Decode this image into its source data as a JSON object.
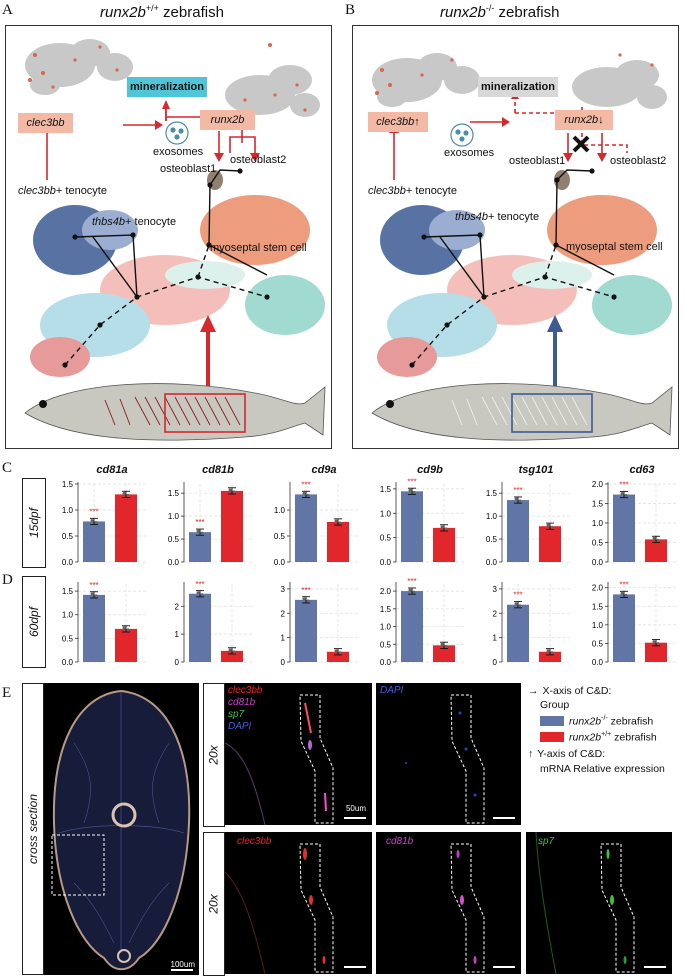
{
  "panel_a": {
    "letter": "A",
    "title_gene": "runx2b",
    "title_sup": "+/+",
    "title_rest": " zebrafish",
    "mineralization": "mineralization",
    "clec3bb": "clec3bb",
    "runx2b": "runx2b",
    "exosomes": "exosomes",
    "osteoblast1": "osteoblast1",
    "osteoblast2": "osteoblast2",
    "clec3bb_tenocyte_gene": "clec3bb",
    "clec3bb_tenocyte_rest": "+ tenocyte",
    "thbs4b_gene": "thbs4b",
    "thbs4b_rest": "+ tenocyte",
    "myoseptal": "myoseptal stem cell",
    "accent": "#d8272d"
  },
  "panel_b": {
    "letter": "B",
    "title_gene": "runx2b",
    "title_sup": "-/-",
    "title_rest": " zebrafish",
    "mineralization": "mineralization",
    "clec3bb": "clec3bb",
    "runx2b": "runx2b",
    "up_arrow": "↑",
    "down_arrow": "↓",
    "exosomes": "exosomes",
    "osteoblast1": "osteoblast1",
    "osteoblast2": "osteoblast2",
    "clec3bb_tenocyte_gene": "clec3bb",
    "clec3bb_tenocyte_rest": "+ tenocyte",
    "thbs4b_gene": "thbs4b",
    "thbs4b_rest": "+ tenocyte",
    "myoseptal": "myoseptal stem cell",
    "accent": "#3d5a93"
  },
  "panel_c": {
    "letter": "C",
    "stage": "15dpf"
  },
  "panel_d": {
    "letter": "D",
    "stage": "60dpf"
  },
  "panel_e": {
    "letter": "E",
    "cross_section": "cross section",
    "scale_100": "100um",
    "scale_50": "50um",
    "mag1": "20x",
    "mag2": "20x",
    "ch_clec3bb": "clec3bb",
    "ch_cd81b": "cd81b",
    "ch_sp7": "sp7",
    "ch_dapi": "DAPI",
    "dapi_only": "DAPI",
    "split_clec3bb": "clec3bb",
    "split_cd81b": "cd81b",
    "split_sp7": "sp7"
  },
  "legend": {
    "x_axis": "X-axis of C&D:",
    "group": "Group",
    "ko": "runx2b",
    "ko_sup": "-/-",
    "ko_rest": " zebrafish",
    "wt": "runx2b",
    "wt_sup": "+/+",
    "wt_rest": " zebrafish",
    "y_axis": "Y-axis of C&D:",
    "y_desc": "mRNA Relative expression",
    "ko_color": "#6176a6",
    "wt_color": "#e1262c"
  },
  "chart_data": [
    {
      "type": "bar",
      "gene": "cd81a",
      "stage": "15dpf",
      "categories": [
        "runx2b-/-",
        "runx2b+/+"
      ],
      "values": [
        0.78,
        1.3
      ],
      "ylim": [
        0,
        1.5
      ],
      "ticks": [
        0,
        0.5,
        1.0,
        1.5
      ],
      "tick_labels": [
        "0.0",
        "0.5",
        "1.0",
        "1.5"
      ],
      "sig": "***"
    },
    {
      "type": "bar",
      "gene": "cd81b",
      "stage": "15dpf",
      "categories": [
        "runx2b-/-",
        "runx2b+/+"
      ],
      "values": [
        0.65,
        1.55
      ],
      "ylim": [
        0,
        1.7
      ],
      "ticks": [
        0,
        0.5,
        1.0,
        1.5
      ],
      "tick_labels": [
        "0.0",
        "0.5",
        "1.0",
        "1.5"
      ],
      "sig": "***"
    },
    {
      "type": "bar",
      "gene": "cd9a",
      "stage": "15dpf",
      "categories": [
        "runx2b-/-",
        "runx2b+/+"
      ],
      "values": [
        1.3,
        0.77
      ],
      "ylim": [
        0,
        1.5
      ],
      "ticks": [
        0,
        0.5,
        1.0
      ],
      "tick_labels": [
        "0.0",
        "0.5",
        "1.0"
      ],
      "sig": "***"
    },
    {
      "type": "bar",
      "gene": "cd9b",
      "stage": "15dpf",
      "categories": [
        "runx2b-/-",
        "runx2b+/+"
      ],
      "values": [
        1.45,
        0.7
      ],
      "ylim": [
        0,
        1.6
      ],
      "ticks": [
        0,
        0.5,
        1.0,
        1.5
      ],
      "tick_labels": [
        "0.0",
        "0.5",
        "1.0",
        "1.5"
      ],
      "sig": "***"
    },
    {
      "type": "bar",
      "gene": "tsg101",
      "stage": "15dpf",
      "categories": [
        "runx2b-/-",
        "runx2b+/+"
      ],
      "values": [
        1.35,
        0.78
      ],
      "ylim": [
        0,
        1.7
      ],
      "ticks": [
        0,
        0.5,
        1.0,
        1.5
      ],
      "tick_labels": [
        "0.0",
        "0.5",
        "1.0",
        "1.5"
      ],
      "sig": "***"
    },
    {
      "type": "bar",
      "gene": "cd63",
      "stage": "15dpf",
      "categories": [
        "runx2b-/-",
        "runx2b+/+"
      ],
      "values": [
        1.73,
        0.58
      ],
      "ylim": [
        0,
        2.0
      ],
      "ticks": [
        0,
        0.5,
        1.0,
        1.5,
        2.0
      ],
      "tick_labels": [
        "0.0",
        "0.5",
        "1.0",
        "1.5",
        "2.0"
      ],
      "sig": "***"
    },
    {
      "type": "bar",
      "gene": "cd81a",
      "stage": "60dpf",
      "categories": [
        "runx2b-/-",
        "runx2b+/+"
      ],
      "values": [
        1.42,
        0.7
      ],
      "ylim": [
        0,
        1.65
      ],
      "ticks": [
        0,
        0.5,
        1.0,
        1.5
      ],
      "tick_labels": [
        "0.0",
        "0.5",
        "1.0",
        "1.5"
      ],
      "sig": "***"
    },
    {
      "type": "bar",
      "gene": "cd81b",
      "stage": "60dpf",
      "categories": [
        "runx2b-/-",
        "runx2b+/+"
      ],
      "values": [
        2.45,
        0.4
      ],
      "ylim": [
        0,
        2.8
      ],
      "ticks": [
        0,
        1,
        2
      ],
      "tick_labels": [
        "0",
        "1",
        "2"
      ],
      "sig": "***"
    },
    {
      "type": "bar",
      "gene": "cd9a",
      "stage": "60dpf",
      "categories": [
        "runx2b-/-",
        "runx2b+/+"
      ],
      "values": [
        2.55,
        0.42
      ],
      "ylim": [
        0,
        3.2
      ],
      "ticks": [
        0,
        1,
        2,
        3
      ],
      "tick_labels": [
        "0",
        "1",
        "2",
        "3"
      ],
      "sig": "***"
    },
    {
      "type": "bar",
      "gene": "cd9b",
      "stage": "60dpf",
      "categories": [
        "runx2b-/-",
        "runx2b+/+"
      ],
      "values": [
        2.0,
        0.47
      ],
      "ylim": [
        0,
        2.2
      ],
      "ticks": [
        0,
        0.5,
        1.0,
        1.5,
        2.0
      ],
      "tick_labels": [
        "0.0",
        "0.5",
        "1.0",
        "1.5",
        "2.0"
      ],
      "sig": "***"
    },
    {
      "type": "bar",
      "gene": "tsg101",
      "stage": "60dpf",
      "categories": [
        "runx2b-/-",
        "runx2b+/+"
      ],
      "values": [
        2.35,
        0.42
      ],
      "ylim": [
        0,
        3.2
      ],
      "ticks": [
        0,
        1,
        2,
        3
      ],
      "tick_labels": [
        "0",
        "1",
        "2",
        "3"
      ],
      "sig": "***"
    },
    {
      "type": "bar",
      "gene": "cd63",
      "stage": "60dpf",
      "categories": [
        "runx2b-/-",
        "runx2b+/+"
      ],
      "values": [
        1.82,
        0.52
      ],
      "ylim": [
        0,
        2.1
      ],
      "ticks": [
        0,
        0.5,
        1.0,
        1.5,
        2.0
      ],
      "tick_labels": [
        "0.0",
        "0.5",
        "1.0",
        "1.5",
        "2.0"
      ],
      "sig": "***"
    }
  ]
}
